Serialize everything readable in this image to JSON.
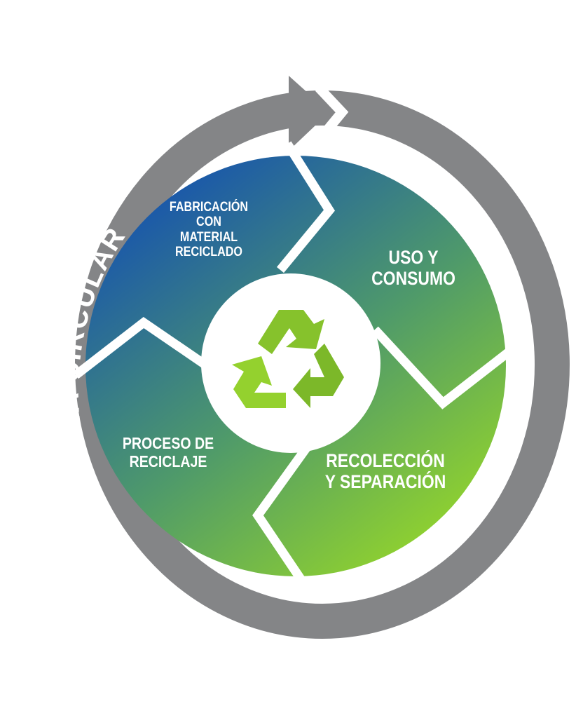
{
  "title": "ECONOMÍA CIRCULAR",
  "stages": [
    {
      "label_lines": [
        "FABRICACIÓN",
        "CON",
        "MATERIAL",
        "RECICLADO"
      ]
    },
    {
      "label_lines": [
        "USO Y",
        "CONSUMO"
      ]
    },
    {
      "label_lines": [
        "RECOLECCIÓN",
        "Y SEPARACIÓN"
      ]
    },
    {
      "label_lines": [
        "PROCESO DE",
        "RECICLAJE"
      ]
    }
  ],
  "center_icon": "recycle-icon",
  "colors": {
    "ring": "#848587",
    "gradient_start": "#1c5aa8",
    "gradient_end": "#8fd12a",
    "recycle": "#7fbf2a"
  }
}
